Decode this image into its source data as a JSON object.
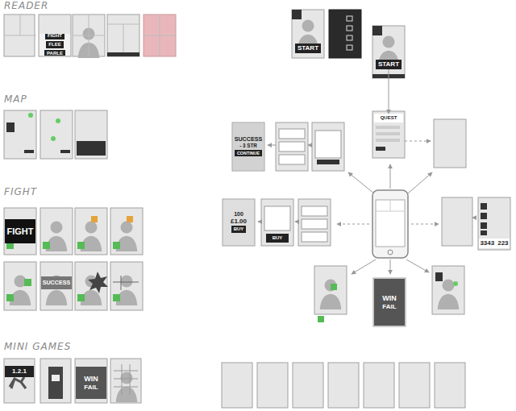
{
  "diagram": {
    "nodes": [
      {
        "text": [
          "FIGHT",
          "FLEE",
          "PARLE"
        ]
      },
      {
        "text": [
          "FIGHT"
        ]
      },
      {
        "text": [
          "SUCCESS"
        ]
      },
      {
        "text": [
          "1.2.1"
        ]
      },
      {
        "text": [
          "WIN",
          "FAIL"
        ]
      },
      {
        "text": [
          "START"
        ]
      },
      {
        "text": [
          "START"
        ]
      },
      {
        "text": [
          "QUEST"
        ]
      },
      {
        "text": [
          "SUCCESS",
          "- 3 STR",
          "CONTINUE"
        ]
      },
      {
        "text": [
          "100",
          "£1.00",
          "BUY"
        ]
      },
      {
        "text": [
          "BUY"
        ]
      },
      {
        "text": [
          "3343",
          "223"
        ]
      },
      {
        "text": [
          "WIN",
          "FAIL"
        ]
      }
    ],
    "edges": [
      {
        "from": 6,
        "to": 7,
        "arrow": "to"
      }
    ],
    "labels": [
      "READER",
      "MAP",
      "FIGHT",
      "MINI GAMES"
    ]
  }
}
